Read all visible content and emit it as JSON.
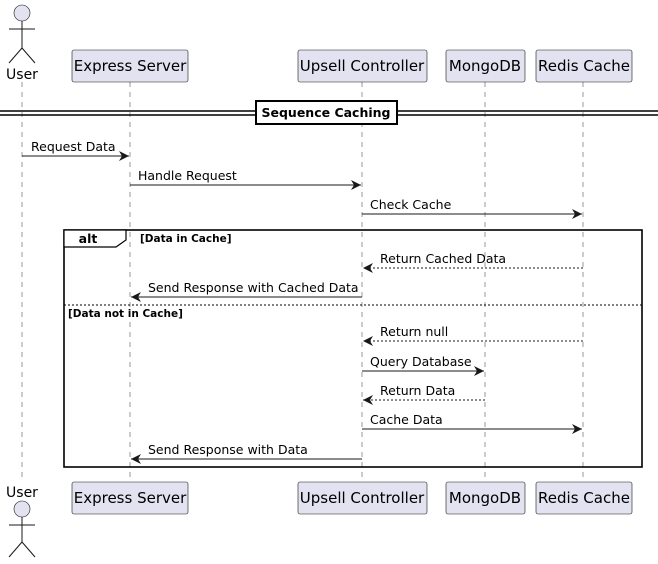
{
  "actor": {
    "name": "User"
  },
  "participants": [
    {
      "id": "express",
      "label": "Express Server"
    },
    {
      "id": "upsell",
      "label": "Upsell Controller"
    },
    {
      "id": "mongo",
      "label": "MongoDB"
    },
    {
      "id": "redis",
      "label": "Redis Cache"
    }
  ],
  "divider": {
    "title": "Sequence Caching"
  },
  "messages": [
    {
      "from": "user",
      "to": "express",
      "label": "Request Data",
      "style": "solid"
    },
    {
      "from": "express",
      "to": "upsell",
      "label": "Handle Request",
      "style": "solid"
    },
    {
      "from": "upsell",
      "to": "redis",
      "label": "Check Cache",
      "style": "solid"
    },
    {
      "from": "redis",
      "to": "upsell",
      "label": "Return Cached Data",
      "style": "dashed"
    },
    {
      "from": "upsell",
      "to": "express",
      "label": "Send Response with Cached Data",
      "style": "solid"
    },
    {
      "from": "redis",
      "to": "upsell",
      "label": "Return null",
      "style": "dashed"
    },
    {
      "from": "upsell",
      "to": "mongo",
      "label": "Query Database",
      "style": "solid"
    },
    {
      "from": "mongo",
      "to": "upsell",
      "label": "Return Data",
      "style": "dashed"
    },
    {
      "from": "upsell",
      "to": "redis",
      "label": "Cache Data",
      "style": "solid"
    },
    {
      "from": "upsell",
      "to": "express",
      "label": "Send Response with Data",
      "style": "solid"
    }
  ],
  "alt_fragment": {
    "keyword": "alt",
    "guards": [
      "[Data in Cache]",
      "[Data not in Cache]"
    ]
  }
}
